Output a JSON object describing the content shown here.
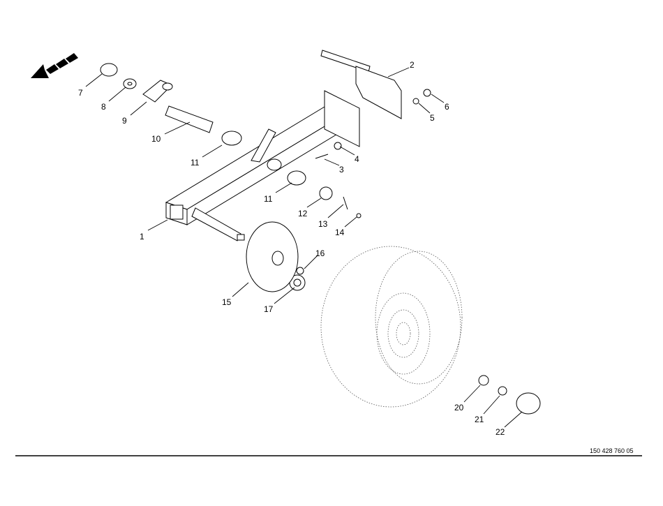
{
  "document_number": "150 428 760 05",
  "callouts": {
    "c1": "1",
    "c2": "2",
    "c3": "3",
    "c4": "4",
    "c5": "5",
    "c6": "6",
    "c7": "7",
    "c8": "8",
    "c9": "9",
    "c10": "10",
    "c11a": "11",
    "c11b": "11",
    "c12": "12",
    "c13": "13",
    "c14": "14",
    "c15": "15",
    "c16": "16",
    "c17": "17",
    "c20": "20",
    "c21": "21",
    "c22": "22"
  },
  "icons": {
    "direction": "travel-direction-arrow-icon"
  }
}
